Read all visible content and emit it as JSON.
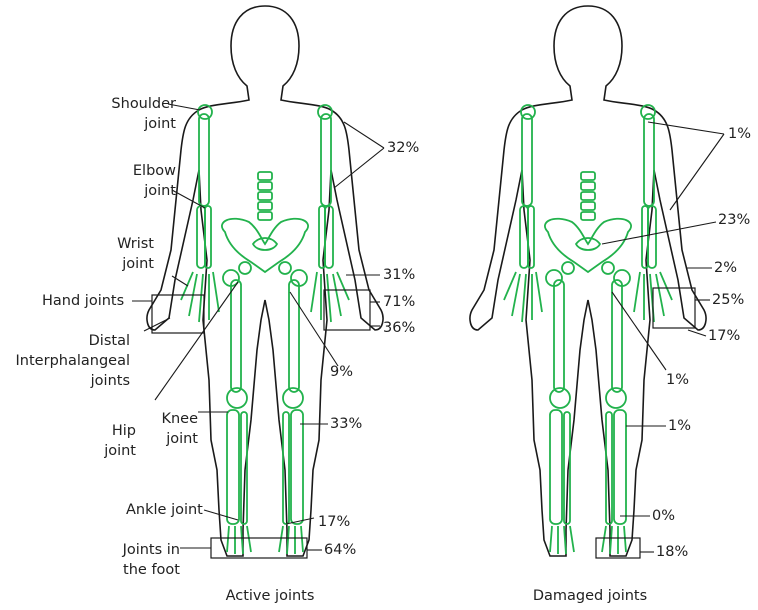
{
  "colors": {
    "bone": "#22b24c",
    "outline": "#1a1a1a",
    "text": "#222222",
    "leader": "#1a1a1a"
  },
  "figures": {
    "active": {
      "caption": "Active joints",
      "labels": {
        "shoulder": [
          "Shoulder",
          "joint"
        ],
        "elbow": [
          "Elbow",
          "joint"
        ],
        "wrist": [
          "Wrist",
          "joint"
        ],
        "hand": "Hand joints",
        "distal": [
          "Distal",
          "Interphalangeal",
          "joints"
        ],
        "hip": [
          "Hip",
          "joint"
        ],
        "knee": [
          "Knee",
          "joint"
        ],
        "ankle": "Ankle joint",
        "foot": [
          "Joints in",
          "the foot"
        ]
      },
      "values": {
        "shoulder_elbow": "32%",
        "wrist": "31%",
        "hand": "71%",
        "distal": "36%",
        "hip": "9%",
        "knee": "33%",
        "ankle": "17%",
        "foot": "64%"
      }
    },
    "damaged": {
      "caption": "Damaged joints",
      "values": {
        "shoulder_elbow": "1%",
        "spine": "23%",
        "wrist": "2%",
        "hand": "25%",
        "distal": "17%",
        "hip": "1%",
        "knee": "1%",
        "ankle": "0%",
        "foot": "18%"
      }
    }
  }
}
